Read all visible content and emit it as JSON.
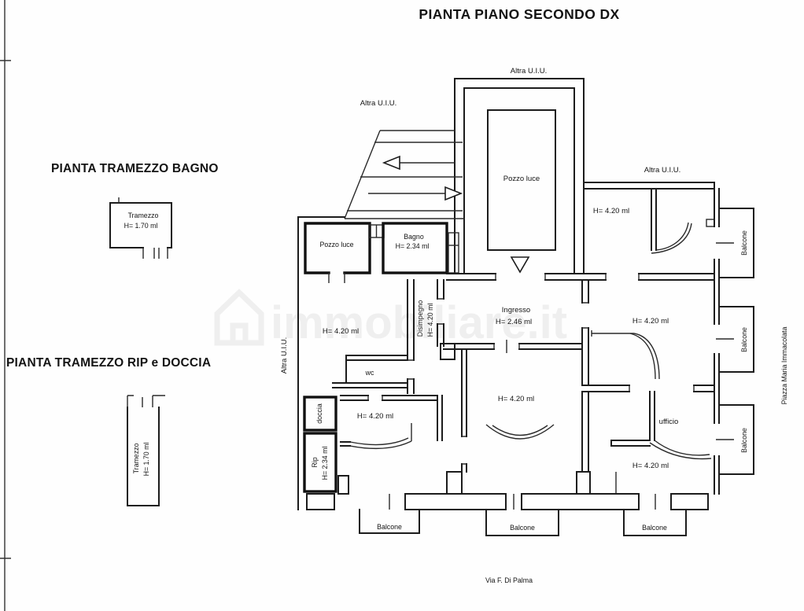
{
  "page": {
    "title": "PIANTA PIANO SECONDO DX",
    "watermark": "immobiliare.it",
    "via_label": "Via F. Di Palma",
    "piazza_label": "Piazza Maria Immacolata"
  },
  "inset_bagno": {
    "title": "PIANTA TRAMEZZO BAGNO",
    "label": "Tramezzo",
    "height": "H= 1.70 ml"
  },
  "inset_rip": {
    "title": "PIANTA TRAMEZZO RIP e DOCCIA",
    "label": "Tramezzo",
    "height": "H= 1.70 ml"
  },
  "plan": {
    "altra_uiu": "Altra U.I.U.",
    "pozzo_luce": "Pozzo luce",
    "bagno": "Bagno",
    "h_234": "H= 2.34 ml",
    "h_420": "H= 4.20 ml",
    "h_246": "H= 2.46 ml",
    "ingresso": "Ingresso",
    "disimpegno": "Disimpegno",
    "wc": "wc",
    "doccia": "doccia",
    "rip": "Rip",
    "ufficio": "ufficio",
    "balcone": "Balcone"
  }
}
